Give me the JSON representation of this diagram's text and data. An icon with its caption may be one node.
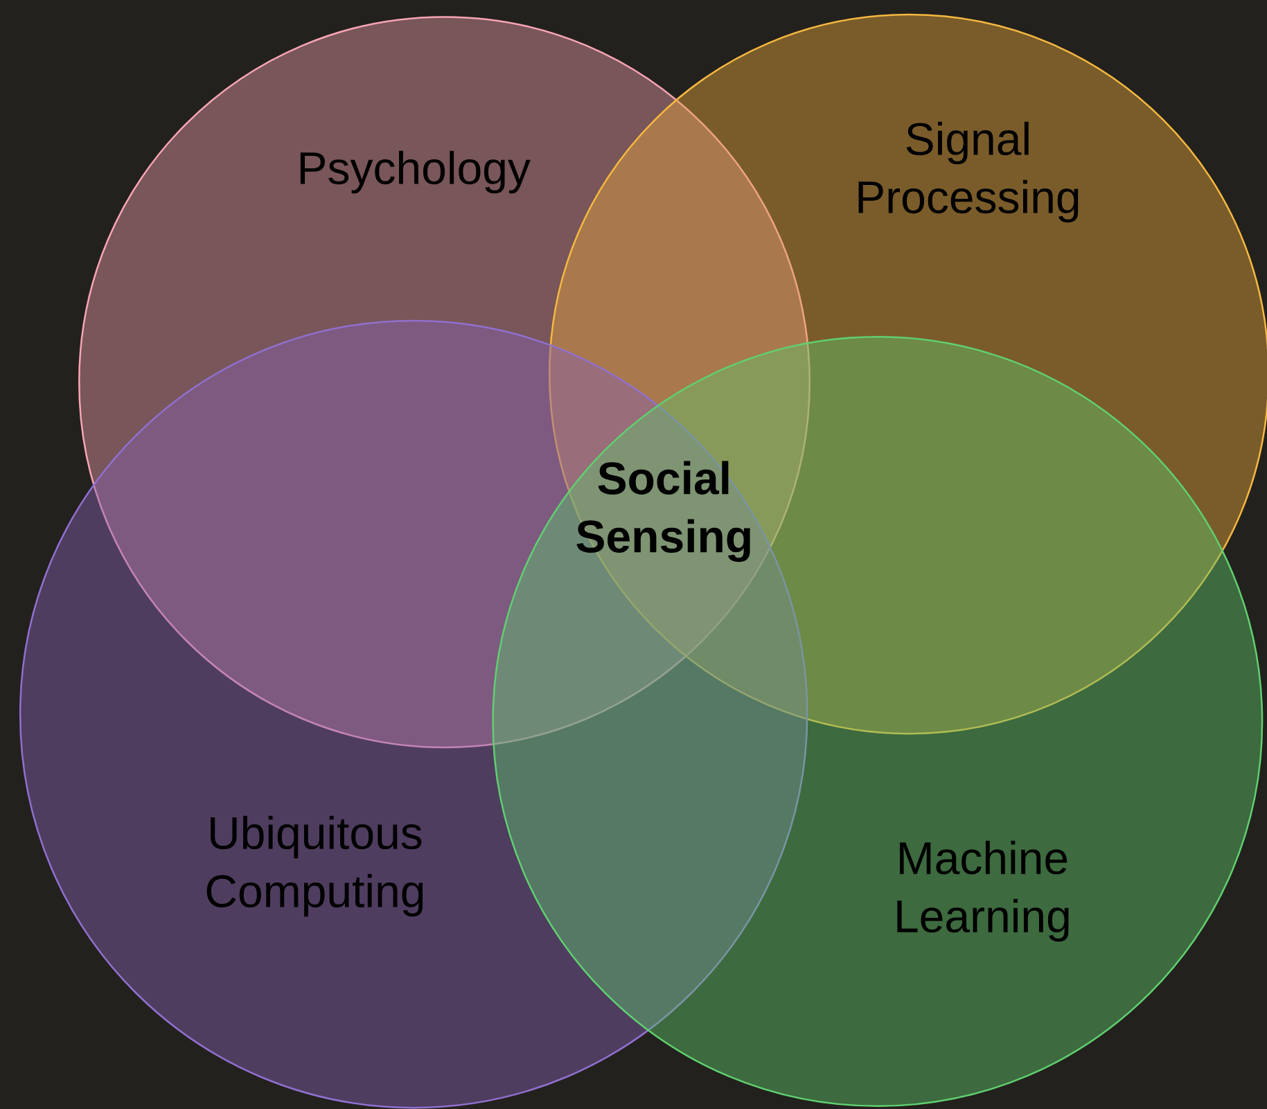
{
  "diagram": {
    "nodes": [
      {
        "text": [
          "Psychology"
        ]
      },
      {
        "text": [
          "Signal Processing"
        ]
      },
      {
        "text": [
          "Ubiquitous Computing"
        ]
      },
      {
        "text": [
          "Machine Learning"
        ]
      }
    ],
    "labels": [
      "Social Sensing"
    ]
  }
}
